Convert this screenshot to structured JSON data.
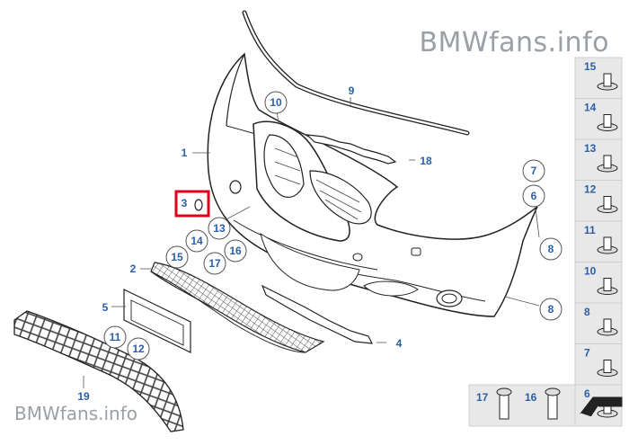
{
  "watermark": {
    "top": "BMWfans.info",
    "bottom": "BMWfans.info"
  },
  "callouts": [
    {
      "id": "c1",
      "label": "1",
      "circled": false
    },
    {
      "id": "c2",
      "label": "2",
      "circled": false
    },
    {
      "id": "c3",
      "label": "3",
      "circled": false,
      "highlighted": true
    },
    {
      "id": "c4",
      "label": "4",
      "circled": false
    },
    {
      "id": "c5",
      "label": "5",
      "circled": false
    },
    {
      "id": "c7",
      "label": "7",
      "circled": true
    },
    {
      "id": "c6",
      "label": "6",
      "circled": true
    },
    {
      "id": "c8a",
      "label": "8",
      "circled": true
    },
    {
      "id": "c8b",
      "label": "8",
      "circled": true
    },
    {
      "id": "c9",
      "label": "9",
      "circled": false
    },
    {
      "id": "c10",
      "label": "10",
      "circled": true
    },
    {
      "id": "c11",
      "label": "11",
      "circled": true
    },
    {
      "id": "c12",
      "label": "12",
      "circled": true
    },
    {
      "id": "c13",
      "label": "13",
      "circled": true
    },
    {
      "id": "c14",
      "label": "14",
      "circled": true
    },
    {
      "id": "c15",
      "label": "15",
      "circled": true
    },
    {
      "id": "c16",
      "label": "16",
      "circled": true
    },
    {
      "id": "c17",
      "label": "17",
      "circled": true
    },
    {
      "id": "c18",
      "label": "18",
      "circled": false
    },
    {
      "id": "c19",
      "label": "19",
      "circled": false
    }
  ],
  "sidebar_parts": [
    "15",
    "14",
    "13",
    "12",
    "11",
    "10",
    "8",
    "7",
    "6"
  ],
  "bottom_parts": [
    "17",
    "16"
  ],
  "highlight_color": "#e0001a",
  "label_color": "#2a5fa8"
}
